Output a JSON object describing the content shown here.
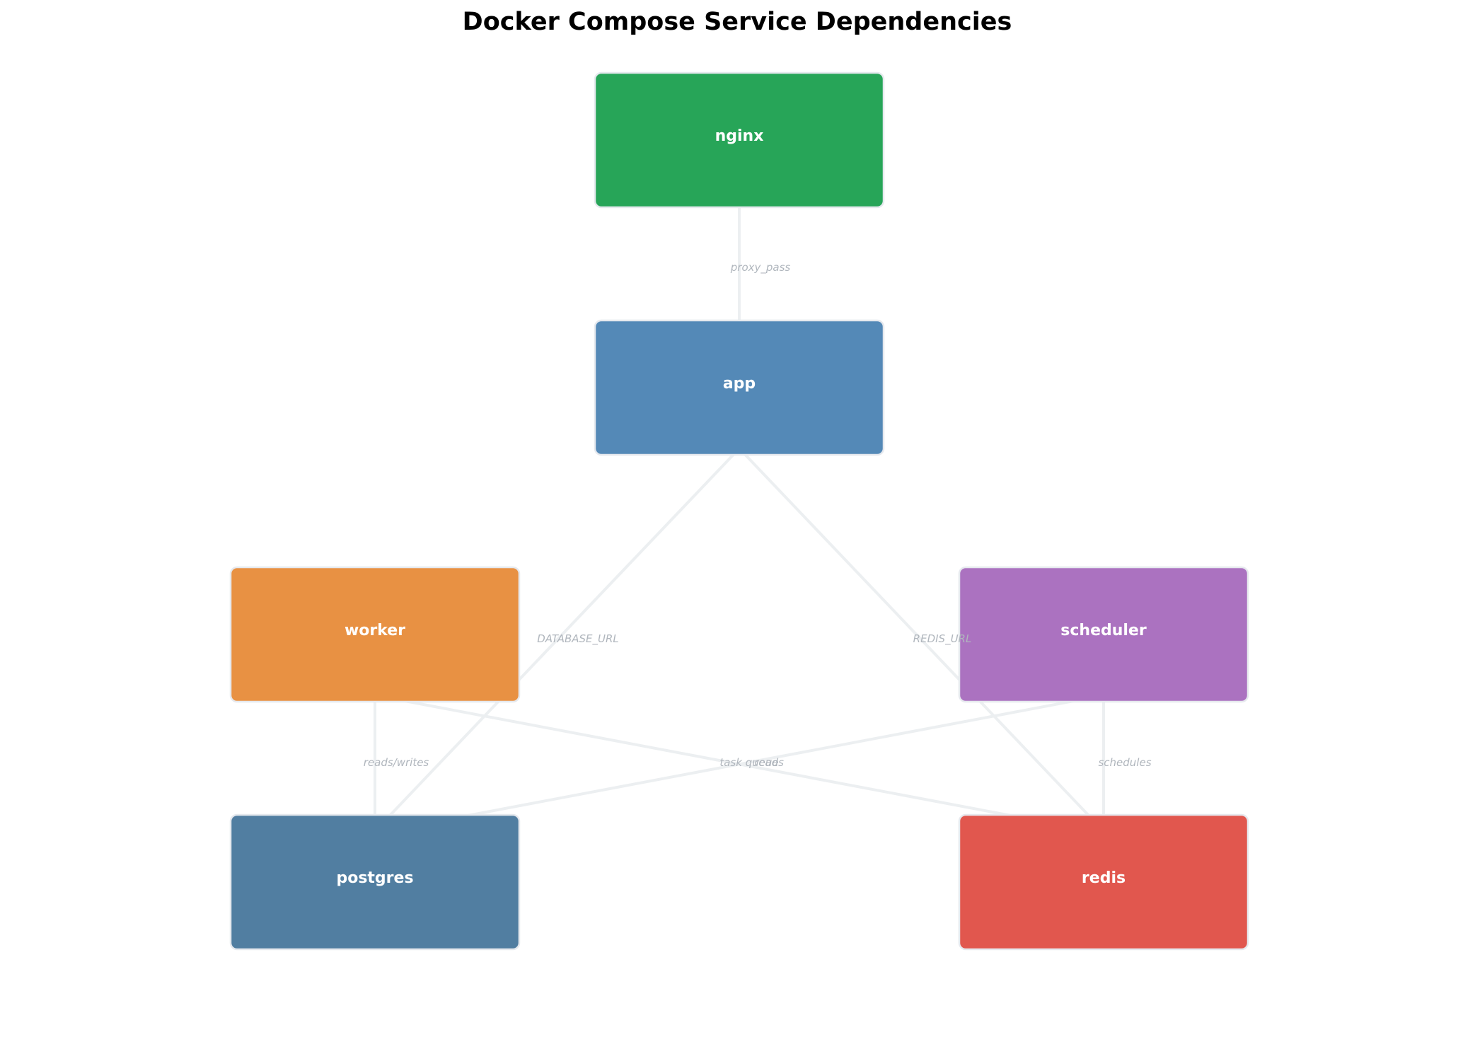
{
  "title": "Docker Compose Service Dependencies",
  "nodes": [
    {
      "id": "nginx",
      "label": "nginx",
      "color": "#27a558"
    },
    {
      "id": "app",
      "label": "app",
      "color": "#5489b7"
    },
    {
      "id": "worker",
      "label": "worker",
      "color": "#e89143"
    },
    {
      "id": "scheduler",
      "label": "scheduler",
      "color": "#ab72c0"
    },
    {
      "id": "postgres",
      "label": "postgres",
      "color": "#517ea1"
    },
    {
      "id": "redis",
      "label": "redis",
      "color": "#e1574e"
    }
  ],
  "edges": [
    {
      "from": "nginx",
      "to": "app",
      "label": "proxy_pass"
    },
    {
      "from": "app",
      "to": "postgres",
      "label": "DATABASE_URL"
    },
    {
      "from": "app",
      "to": "redis",
      "label": "REDIS_URL"
    },
    {
      "from": "worker",
      "to": "postgres",
      "label": "reads/writes"
    },
    {
      "from": "worker",
      "to": "redis",
      "label": "task queue"
    },
    {
      "from": "scheduler",
      "to": "postgres",
      "label": "reads"
    },
    {
      "from": "scheduler",
      "to": "redis",
      "label": "schedules"
    }
  ]
}
